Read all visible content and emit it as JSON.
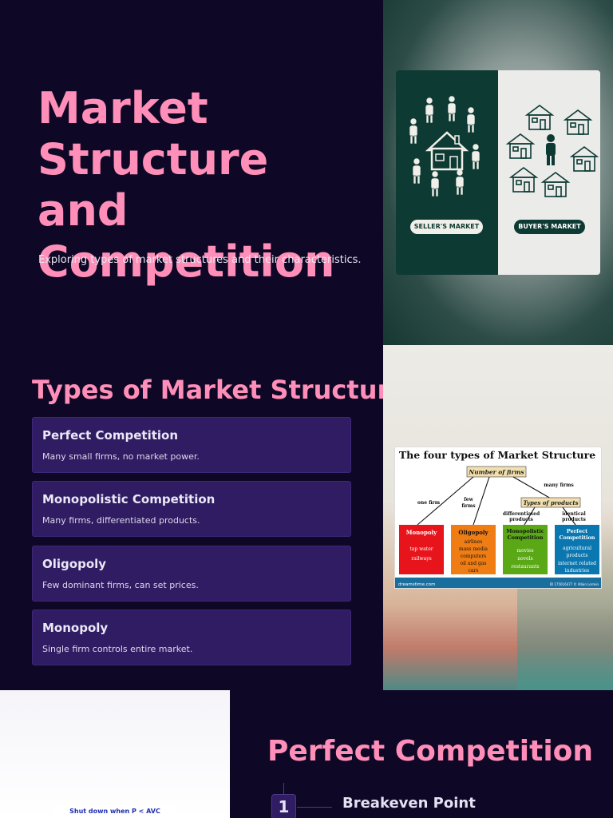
{
  "slide1": {
    "title": "Market Structure and Competition",
    "subtitle": "Exploring types of market structures and their characteristics.",
    "image": {
      "left_label": "SELLER'S MARKET",
      "right_label": "BUYER'S MARKET",
      "colors": {
        "dark": "#0d3a33",
        "light": "#ebebea"
      }
    }
  },
  "slide2": {
    "title": "Types of Market Structures",
    "structures": [
      {
        "name": "Perfect Competition",
        "description": "Many small firms, no market power."
      },
      {
        "name": "Monopolistic Competition",
        "description": "Many firms, differentiated products."
      },
      {
        "name": "Oligopoly",
        "description": "Few dominant firms, can set prices."
      },
      {
        "name": "Monopoly",
        "description": "Single firm controls entire market."
      }
    ],
    "figure": {
      "title": "The four types of Market Structure",
      "number_of_firms": "Number of firms",
      "types_of_products": "Types of products",
      "one_firm": "one firm",
      "few_firms_1": "few",
      "few_firms_2": "firms",
      "many_firms": "many firms",
      "differentiated_1": "differentiated",
      "differentiated_2": "products",
      "identical_1": "identical",
      "identical_2": "products",
      "boxes": [
        {
          "title": "Monopoly",
          "items": [
            "tap water",
            "railways"
          ],
          "color": "#e8141b"
        },
        {
          "title": "Oligopoly",
          "items": [
            "airlines",
            "mass media",
            "computers",
            "oil and gas",
            "cars"
          ],
          "color": "#f07d14"
        },
        {
          "title": "Monopolistic Competition",
          "items": [
            "movies",
            "novels",
            "restaurants"
          ],
          "color": "#5aa816"
        },
        {
          "title": "Perfect Competition",
          "items": [
            "agricultural",
            "products",
            "internet related",
            "industries"
          ],
          "color": "#0b77b0"
        }
      ],
      "footer_left": "dreamstime.com",
      "footer_right": "ID 175016477 © Allain Lorrein"
    }
  },
  "slide3": {
    "title": "Perfect Competition",
    "figure_label": "Shut down when P < AVC",
    "timeline": [
      {
        "number": "1",
        "label": "Breakeven Point"
      }
    ]
  }
}
